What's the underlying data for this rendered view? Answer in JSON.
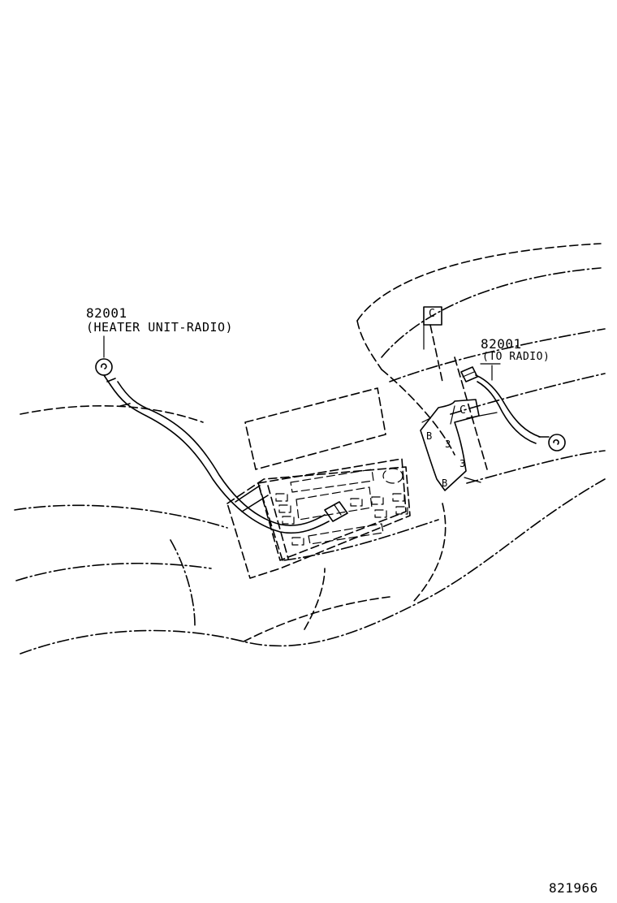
{
  "labels": {
    "left_part_number": "82001",
    "left_description": "(HEATER UNIT-RADIO)",
    "right_part_number": "82001",
    "right_description": "(TO RADIO)",
    "clip_letter": "C",
    "bracket_letter_b": "B",
    "bracket_number_3": "3",
    "drawing_number": "821966"
  }
}
